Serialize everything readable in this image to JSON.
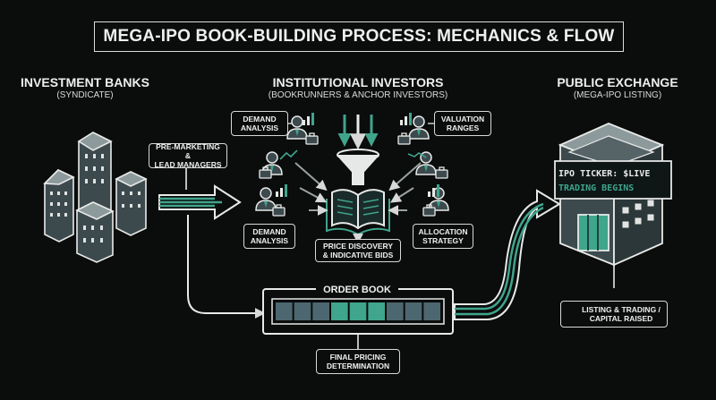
{
  "title": "MEGA-IPO BOOK-BUILDING PROCESS: MECHANICS & FLOW",
  "columns": {
    "banks": {
      "title": "INVESTMENT BANKS",
      "subtitle": "(SYNDICATE)"
    },
    "investors": {
      "title": "INSTITUTIONAL INVESTORS",
      "subtitle": "(BOOKRUNNERS & ANCHOR INVESTORS)"
    },
    "exchange": {
      "title": "PUBLIC EXCHANGE",
      "subtitle": "(MEGA-IPO LISTING)"
    }
  },
  "labels": {
    "premarketing": [
      "PRE-MARKETING &",
      "LEAD MANAGERS"
    ],
    "demand_top": [
      "DEMAND",
      "ANALYSIS"
    ],
    "valuation": [
      "VALUATION",
      "RANGES"
    ],
    "demand_bottom": [
      "DEMAND",
      "ANALYSIS"
    ],
    "allocation": [
      "ALLOCATION",
      "STRATEGY"
    ],
    "price_discovery": [
      "PRICE DISCOVERY",
      "& INDICATIVE BIDS"
    ],
    "order_book": "ORDER BOOK",
    "final_pricing": [
      "FINAL PRICING",
      "DETERMINATION"
    ],
    "listing": [
      "LISTING & TRADING /",
      "CAPITAL RAISED"
    ]
  },
  "ticker": {
    "line1": "IPO TICKER: $LIVE",
    "line2": "TRADING BEGINS"
  },
  "order_book_segments": [
    "dark",
    "dark",
    "dark",
    "teal",
    "teal",
    "teal",
    "dark",
    "dark",
    "dark"
  ],
  "colors": {
    "accent": "#3fa58c",
    "background": "#0b0c0c",
    "line": "#e8eae8",
    "bar_dark": "#4d6770"
  },
  "icons": [
    "buildings-icon",
    "funnel-icon",
    "open-book-icon",
    "investor-icon",
    "bar-chart-icon",
    "briefcase-icon",
    "exchange-building-icon",
    "check-circle-icon"
  ]
}
